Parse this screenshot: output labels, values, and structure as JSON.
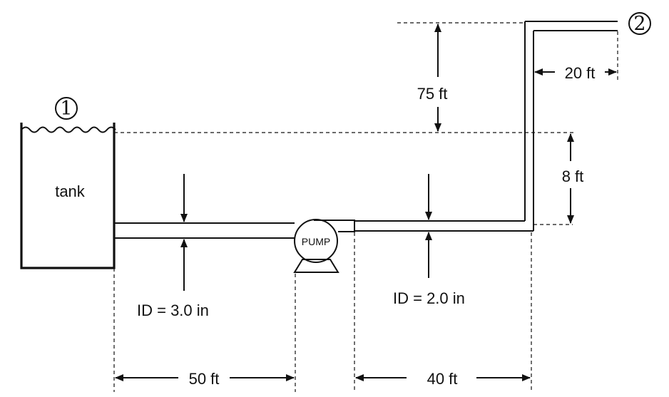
{
  "points": {
    "point_1": "1",
    "point_2": "2"
  },
  "labels": {
    "tank": "tank",
    "pump": "PUMP",
    "id_suction": "ID = 3.0 in",
    "id_discharge": "ID = 2.0 in"
  },
  "dimensions": {
    "height_75": "75 ft",
    "offset_20": "20 ft",
    "height_8": "8 ft",
    "length_50": "50 ft",
    "length_40": "40 ft"
  }
}
